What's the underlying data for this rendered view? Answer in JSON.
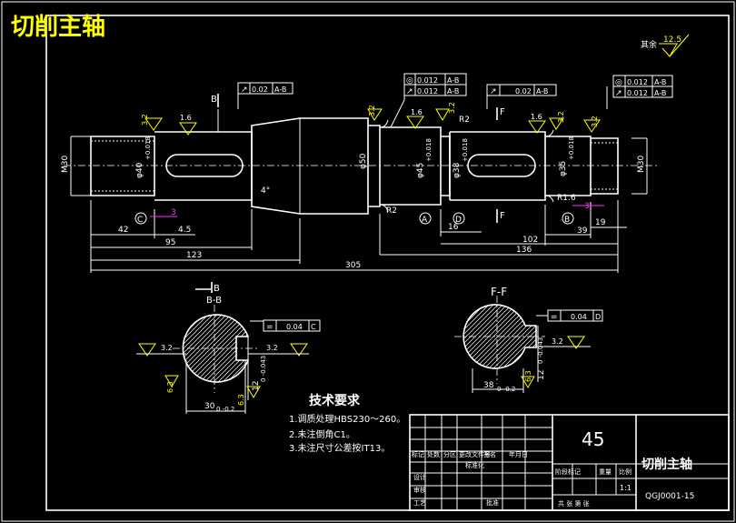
{
  "title": "切削主轴",
  "roughness_default": {
    "label": "其余",
    "value": "12.5"
  },
  "tolerances": {
    "t1": {
      "sym": "↗",
      "val": "0.02",
      "ref": "A-B"
    },
    "t2a": {
      "sym": "◎",
      "val": "0.012",
      "ref": "A-B"
    },
    "t2b": {
      "sym": "↗",
      "val": "0.012",
      "ref": "A-B"
    },
    "t3": {
      "sym": "↗",
      "val": "0.02",
      "ref": "A-B"
    },
    "t4a": {
      "sym": "◎",
      "val": "0.012",
      "ref": "A-B"
    },
    "t4b": {
      "sym": "↗",
      "val": "0.012",
      "ref": "A-B"
    },
    "t5": {
      "sym": "=",
      "val": "0.04",
      "ref": "C"
    },
    "t6": {
      "sym": "=",
      "val": "0.04",
      "ref": "D"
    }
  },
  "roughness_marks": [
    "3.2",
    "1.6",
    "1.6",
    "3.2",
    "3.2",
    "1.6",
    "3.2",
    "3.2",
    "3.2",
    "3.2",
    "3.2",
    "6.3",
    "6.3",
    "6.3"
  ],
  "labels": {
    "B1": "B",
    "F1": "F",
    "F2": "F",
    "R2a": "R2",
    "R2b": "R2",
    "R16": "R1.6",
    "angle": "4°",
    "M30a": "M30",
    "M30b": "M30",
    "d40": "φ40",
    "d40tol": "+0.018\n+0.002",
    "d50": "φ50",
    "d45": "φ45",
    "d45tol": "+0.018\n+0.002",
    "d38": "φ38",
    "d38tol": "+0.018\n+0.002",
    "d35": "φ35",
    "d35tol": "+0.018\n+0.002",
    "datumA": "A",
    "datumB": "B",
    "datumC": "C",
    "datumD": "D",
    "magenta1": "3",
    "magenta2": "3"
  },
  "dims": {
    "d42": "42",
    "d45": "4.5",
    "d95": "95",
    "d123": "123",
    "d305": "305",
    "d16": "16",
    "d136": "136",
    "d102": "102",
    "d39": "39",
    "d19": "19"
  },
  "sections": {
    "bb": {
      "title": "B-B",
      "cut": "B",
      "w": "30",
      "wtol": "0\n-0.2",
      "d": "12",
      "dtol": "0\n-0.043",
      "r1": "3.2",
      "r2": "3.2",
      "r3": "6.3",
      "r4": "6.3"
    },
    "ff": {
      "title": "F-F",
      "w": "38",
      "wtol": "0\n-0.2",
      "d": "12",
      "dtol": "0\n-0.043",
      "r1": "3.2",
      "r2": "6.3"
    }
  },
  "notes": {
    "title": "技术要求",
    "items": [
      "1.调质处理HBS230～260。",
      "2.未注倒角C1。",
      "3.未注尺寸公差按IT13。"
    ]
  },
  "titleblock": {
    "part_no": "45",
    "name": "切削主轴",
    "code": "QGJ0001-15",
    "scale": "1:1",
    "headers": [
      "标记",
      "处数",
      "分区",
      "更改文件号",
      "签名",
      "年月日"
    ],
    "rows": [
      "设计",
      "审核",
      "工艺"
    ],
    "std": "标准化",
    "approve": "批准",
    "stage": "阶段标记",
    "weight": "重量",
    "ratio": "比例",
    "sheets": "共  张   第  张"
  }
}
